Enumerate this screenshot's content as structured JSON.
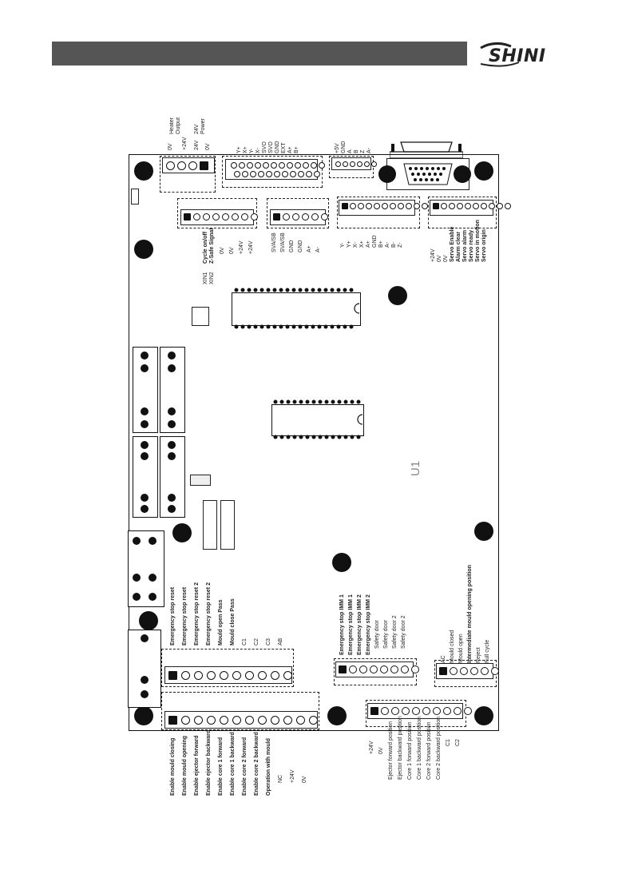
{
  "header": {
    "logo_text": "SHINI"
  },
  "diagram": {
    "top_power_labels": [
      "Heater",
      "Output",
      "24V",
      "Power"
    ],
    "top_power_pins": [
      "0V",
      "+24V",
      "24V",
      "0V"
    ],
    "connector_labels_col2": [
      "Y+",
      "X+",
      "Y-",
      "X-",
      "SVO",
      "SVO",
      "GND",
      "EXT",
      "A+",
      "B+"
    ],
    "connector_labels_col3": [
      "+5V",
      "GND",
      "A",
      "B",
      "Z",
      "A-"
    ],
    "mid_labels_1": [
      "Cycle on/off",
      "Z-Safe Signal",
      "0V",
      "0V",
      "+24V",
      "+24V"
    ],
    "mid_labels_2": [
      "SVA/SB",
      "SVA/SB",
      "GND",
      "GND",
      "A+",
      "A-"
    ],
    "mid_labels_3": [
      "Y-",
      "Y+",
      "X-",
      "X+",
      "A+",
      "GND",
      "B+",
      "A-",
      "B-",
      "Z-"
    ],
    "mid_labels_4": [
      "+24V",
      "0V",
      "0V",
      "Servo Enable",
      "Alarm clear",
      "Servo alarm",
      "Servo ready",
      "Servo in motion",
      "Servo origin"
    ],
    "bottom_left_labels": [
      "Emergency stop reset",
      "Emergency stop reset",
      "Emergency stop reset 2",
      "Emergency stop reset 2",
      "Mould open Pass",
      "Mould close Pass",
      "C1",
      "C2",
      "C3",
      "AB"
    ],
    "bottom_left_labels_2": [
      "Enable mould closing",
      "Enable mould opening",
      "Enable ejector forward",
      "Enable ejector backward",
      "Enable core 1 forward",
      "Enable core 1 backward",
      "Enable core 2 forward",
      "Enable core 2 backward",
      "Operation with mould",
      "NC",
      "+24V",
      "0V"
    ],
    "bottom_mid_labels": [
      "Emergency stop IMM 1",
      "Emergency stop IMM 1",
      "Emergency stop IMM 2",
      "Emergency stop IMM 2",
      "Safety door",
      "Safety door",
      "Safety door 2",
      "Safety door 2"
    ],
    "bottom_mid_labels_2": [
      "+24V",
      "0V",
      "Ejector forward position",
      "Ejector backward position",
      "Core 1 forward position",
      "Core 1 backward position",
      "Core 2 forward position",
      "Core 2 backward position",
      "C1",
      "C2"
    ],
    "bottom_right_labels": [
      "AC",
      "Mould closed",
      "Mould open",
      "Intermediate mould opening position",
      "Reject",
      "Full cycle"
    ],
    "small_labels": [
      "XIN1",
      "XIN2",
      "U1"
    ]
  }
}
